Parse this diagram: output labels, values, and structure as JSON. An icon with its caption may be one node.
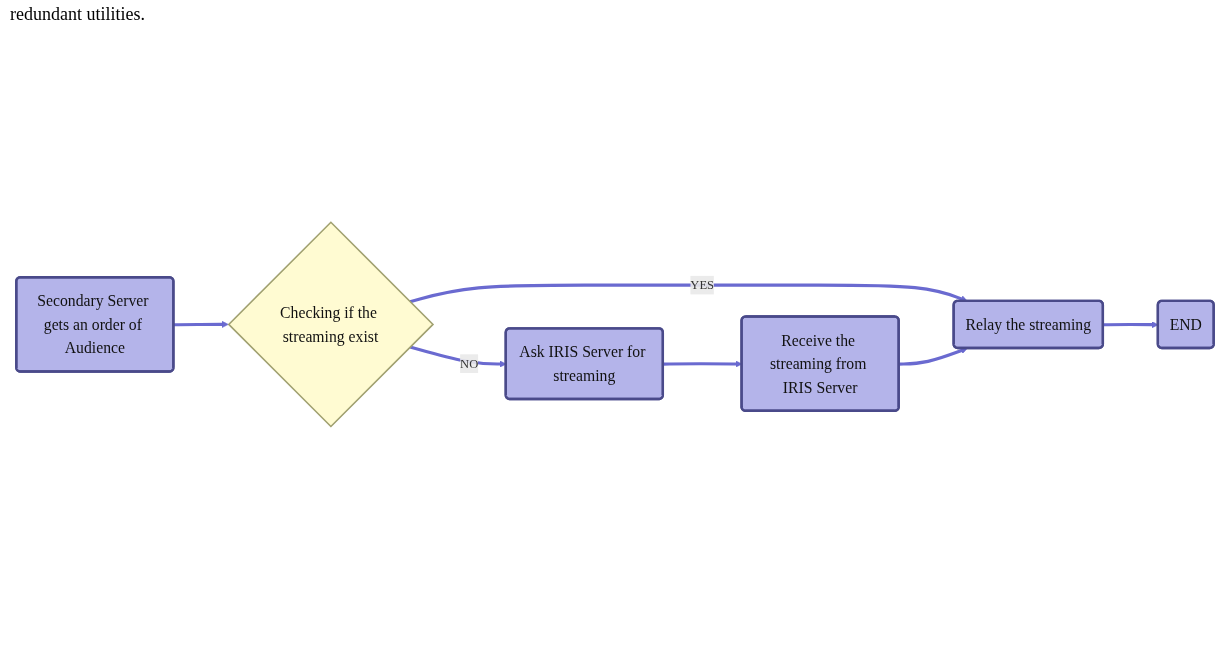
{
  "diagram": {
    "nodes": [
      {
        "text": [
          "Secondary Server gets an order of Audience"
        ]
      },
      {
        "text": [
          "Checking if the streaming exist"
        ]
      },
      {
        "text": [
          "Ask IRIS Server for streaming"
        ]
      },
      {
        "text": [
          "Receive the streaming from IRIS Server"
        ]
      },
      {
        "text": [
          "Relay the streaming"
        ]
      },
      {
        "text": [
          "END"
        ]
      }
    ],
    "edges": [
      {
        "from": 0,
        "to": 1,
        "arrow": "to"
      },
      {
        "from": 1,
        "to": 2,
        "label": "NO",
        "arrow": "to"
      },
      {
        "from": 2,
        "to": 3,
        "arrow": "to"
      },
      {
        "from": 1,
        "to": 4,
        "label": "YES",
        "arrow": "to"
      },
      {
        "from": 3,
        "to": 4,
        "arrow": "to"
      },
      {
        "from": 4,
        "to": 5,
        "arrow": "to"
      }
    ],
    "labels": [
      "redundant utilities."
    ]
  }
}
